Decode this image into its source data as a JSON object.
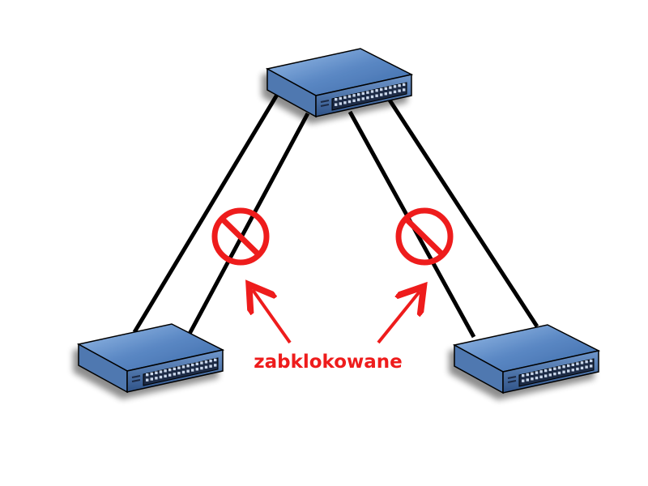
{
  "label": {
    "text": "zabklokowane",
    "color": "#ee1c1c"
  },
  "colors": {
    "link": "#000000",
    "blocked": "#ee1c1c",
    "switch_top": "#4d79b3",
    "switch_front": "#3a5f92",
    "switch_side": "#5c88c0",
    "port": "#1a2a44"
  },
  "switches": [
    {
      "name": "switch-top",
      "icon": "network-switch"
    },
    {
      "name": "switch-left",
      "icon": "network-switch"
    },
    {
      "name": "switch-right",
      "icon": "network-switch"
    }
  ],
  "links": [
    {
      "name": "link-top-left-active",
      "state": "forwarding"
    },
    {
      "name": "link-top-left-blocked",
      "state": "blocked"
    },
    {
      "name": "link-top-right-blocked",
      "state": "blocked"
    },
    {
      "name": "link-top-right-active",
      "state": "forwarding"
    }
  ]
}
